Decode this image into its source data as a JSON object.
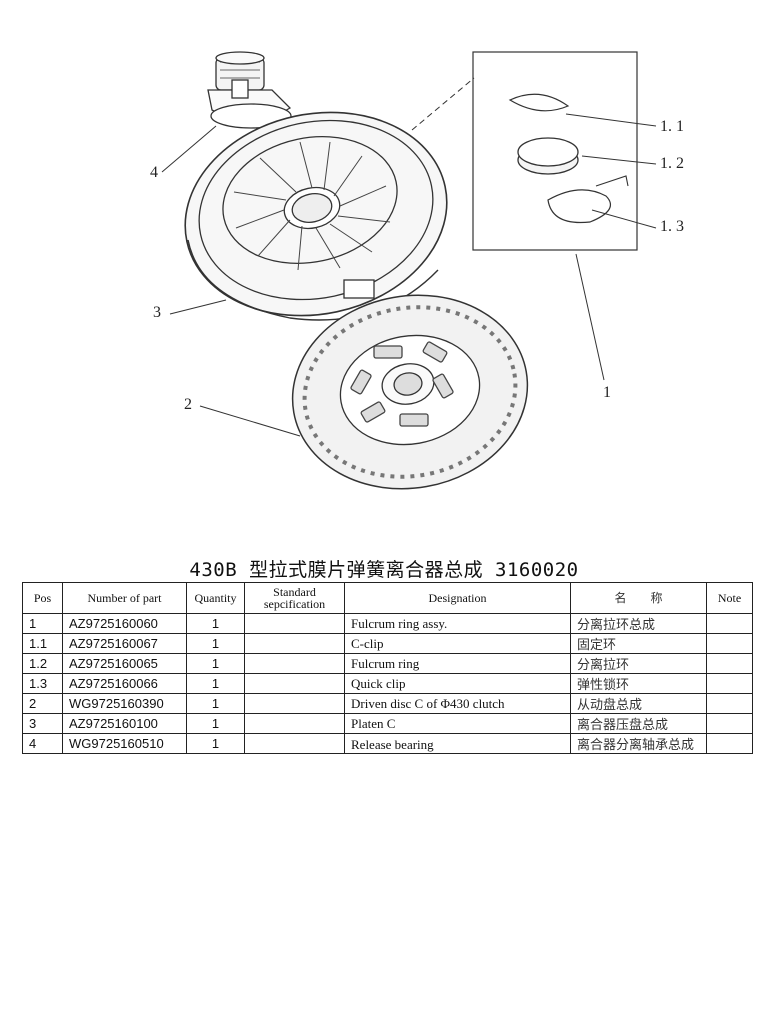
{
  "drawing": {
    "callouts": [
      "4",
      "3",
      "2",
      "1",
      "1. 1",
      "1. 2",
      "1. 3"
    ]
  },
  "title": "430B 型拉式膜片弹簧离合器总成 3160020",
  "table": {
    "headers": {
      "pos": "Pos",
      "part_number": "Number of part",
      "quantity": "Quantity",
      "standard_line1": "Standard",
      "standard_line2": "sepcification",
      "designation": "Designation",
      "name_cn": "名　　称",
      "note": "Note"
    },
    "rows": [
      {
        "pos": "1",
        "part_number": "AZ9725160060",
        "quantity": "1",
        "standard": "",
        "designation": "Fulcrum ring assy.",
        "name_cn": "分离拉环总成",
        "note": ""
      },
      {
        "pos": "1.1",
        "part_number": "AZ9725160067",
        "quantity": "1",
        "standard": "",
        "designation": "C-clip",
        "name_cn": "固定环",
        "note": ""
      },
      {
        "pos": "1.2",
        "part_number": "AZ9725160065",
        "quantity": "1",
        "standard": "",
        "designation": "Fulcrum ring",
        "name_cn": "分离拉环",
        "note": ""
      },
      {
        "pos": "1.3",
        "part_number": "AZ9725160066",
        "quantity": "1",
        "standard": "",
        "designation": "Quick clip",
        "name_cn": "弹性锁环",
        "note": ""
      },
      {
        "pos": "2",
        "part_number": "WG9725160390",
        "quantity": "1",
        "standard": "",
        "designation": "Driven disc C of Φ430 clutch",
        "name_cn": "从动盘总成",
        "note": ""
      },
      {
        "pos": "3",
        "part_number": "AZ9725160100",
        "quantity": "1",
        "standard": "",
        "designation": "Platen C",
        "name_cn": "离合器压盘总成",
        "note": ""
      },
      {
        "pos": "4",
        "part_number": "WG9725160510",
        "quantity": "1",
        "standard": "",
        "designation": "Release bearing",
        "name_cn": "离合器分离轴承总成",
        "note": ""
      }
    ]
  }
}
